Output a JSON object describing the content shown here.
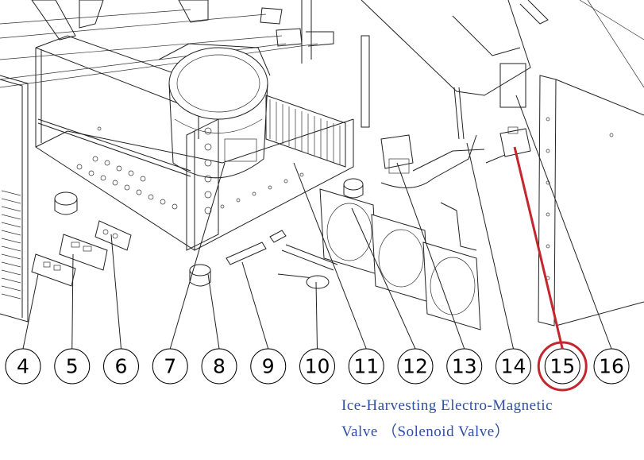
{
  "callouts": [
    {
      "label": "4",
      "target": [
        48,
        345
      ]
    },
    {
      "label": "5",
      "target": [
        92,
        320
      ]
    },
    {
      "label": "6",
      "target": [
        140,
        295
      ]
    },
    {
      "label": "7",
      "target": [
        283,
        205
      ]
    },
    {
      "label": "8",
      "target": [
        262,
        345
      ]
    },
    {
      "label": "9",
      "target": [
        305,
        330
      ]
    },
    {
      "label": "10",
      "target": [
        398,
        355
      ]
    },
    {
      "label": "11",
      "target": [
        370,
        205
      ]
    },
    {
      "label": "12",
      "target": [
        443,
        262
      ]
    },
    {
      "label": "13",
      "target": [
        500,
        205
      ]
    },
    {
      "label": "14",
      "target": [
        588,
        180
      ]
    },
    {
      "label": "15",
      "target": [
        648,
        185
      ]
    },
    {
      "label": "16",
      "target": [
        650,
        120
      ]
    }
  ],
  "highlight": {
    "label": "15",
    "color": "#c4262e"
  },
  "caption": {
    "line1": "Ice-Harvesting Electro-Magnetic",
    "line2": "Valve （Solenoid Valve）",
    "color": "#2f4fa8"
  }
}
